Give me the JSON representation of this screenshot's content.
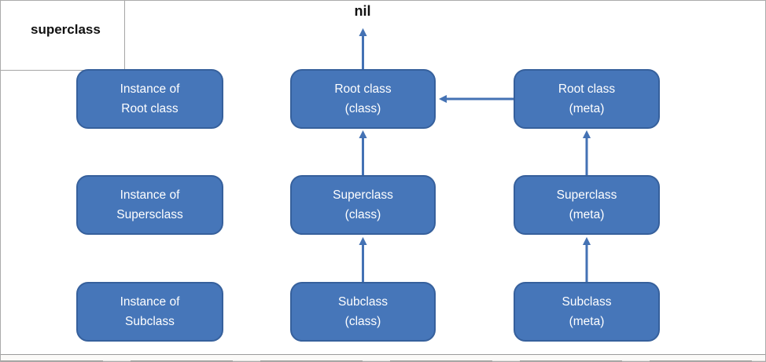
{
  "legend": {
    "label": "superclass"
  },
  "nil_label": "nil",
  "nodes": [
    {
      "id": "instance-of-root-class",
      "label": "Instance of\nRoot class"
    },
    {
      "id": "instance-of-supersclass",
      "label": "Instance of\nSupersclass"
    },
    {
      "id": "instance-of-subclass",
      "label": "Instance of\nSubclass"
    },
    {
      "id": "root-class-class",
      "label": "Root class\n(class)"
    },
    {
      "id": "superclass-class",
      "label": "Superclass\n(class)"
    },
    {
      "id": "subclass-class",
      "label": "Subclass\n(class)"
    },
    {
      "id": "root-class-meta",
      "label": "Root class\n(meta)"
    },
    {
      "id": "superclass-meta",
      "label": "Superclass\n(meta)"
    },
    {
      "id": "subclass-meta",
      "label": "Subclass\n(meta)"
    }
  ],
  "colors": {
    "node_fill": "#4676b9",
    "node_border": "#36609c",
    "arrow": "#4472b4",
    "frame_border": "#a6a6a6",
    "node_text": "#ffffff",
    "label_text": "#111111"
  }
}
